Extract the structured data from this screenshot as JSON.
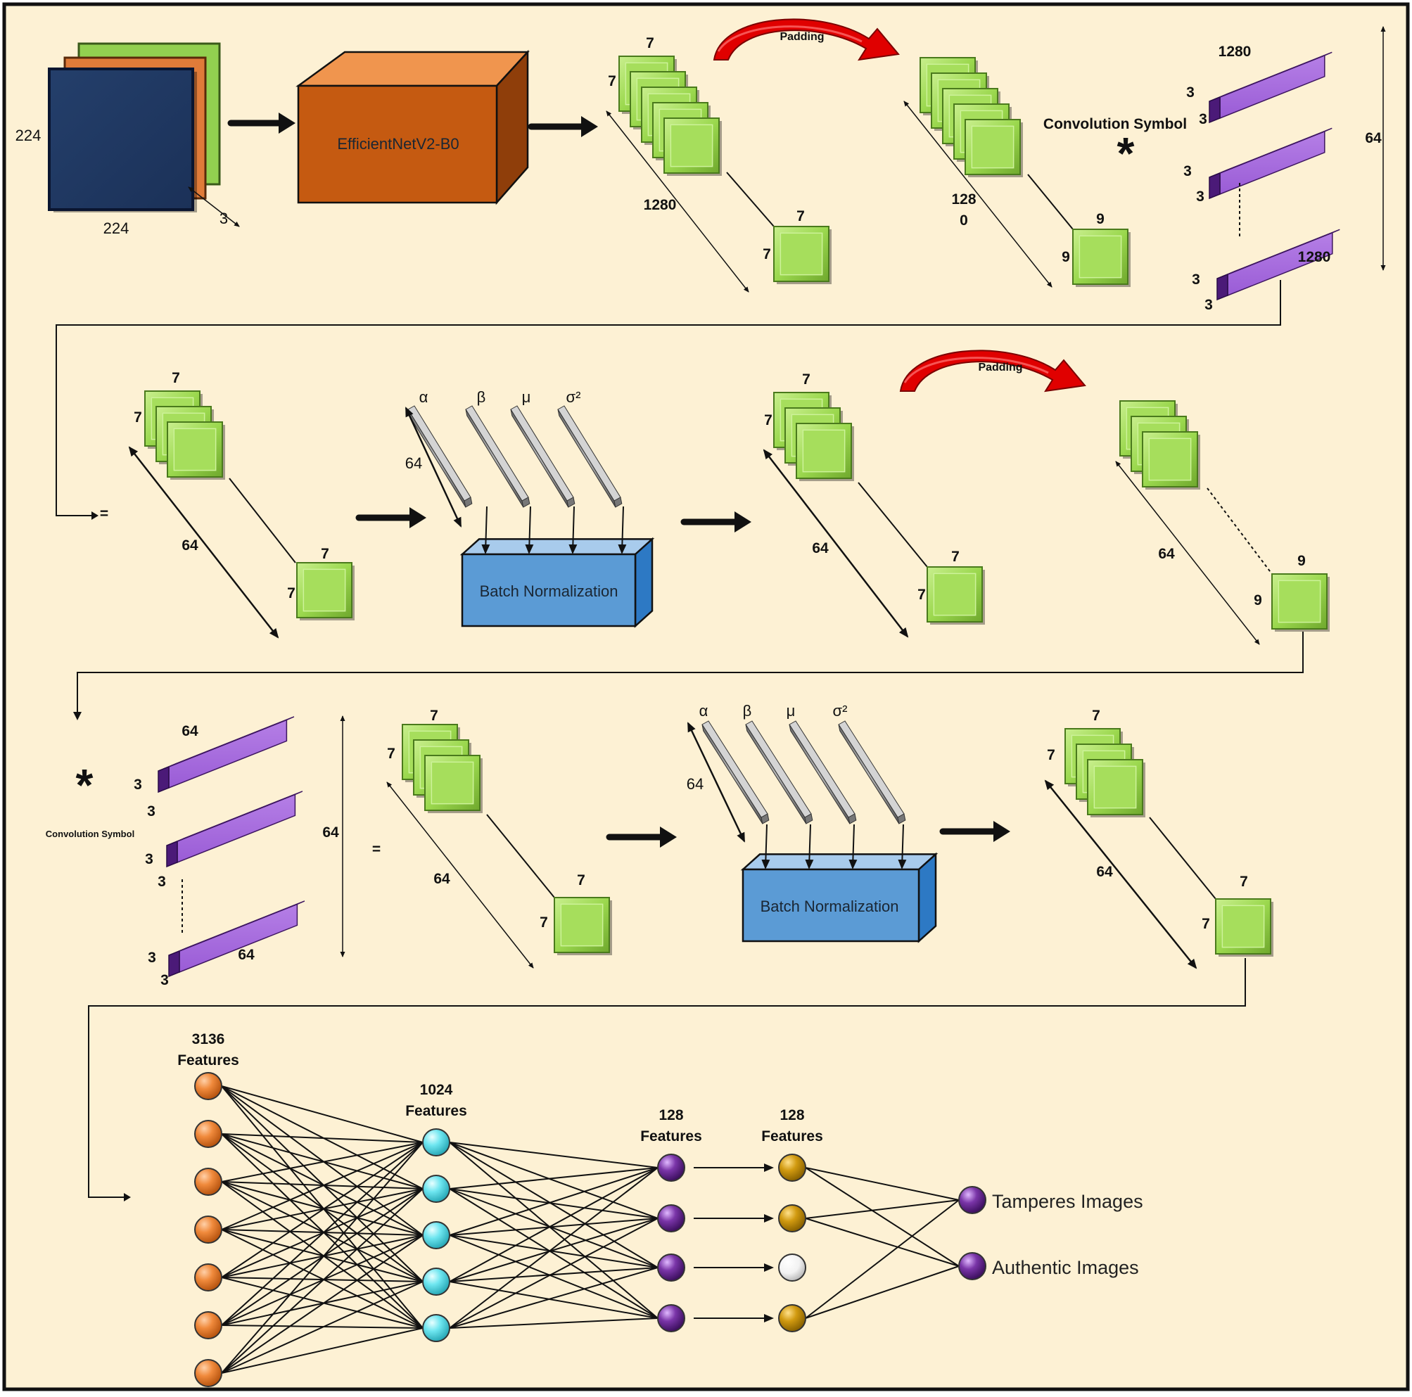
{
  "colors": {
    "background": "#fdf1d4",
    "feature_map": "#92d050",
    "kernel": "#7030a0",
    "backbone": "#c55a11",
    "batch_norm": "#5b9bd5",
    "padding_arrow": "#e00000",
    "input_layer": "#e07b39",
    "hidden_layer": "#5ee0ee",
    "dense_layer": "#6a2a8c",
    "dense_layer_2": "#c8960c",
    "output_layer": "#6a2a8c"
  },
  "row1": {
    "input_h": "224",
    "input_w": "224",
    "input_c": "3",
    "backbone_label": "EfficientNetV2-B0",
    "fmap_top": "7",
    "fmap_left": "7",
    "fmap_depth": "1280",
    "fmap_last_top": "7",
    "fmap_last_left": "7",
    "padding_label": "Padding",
    "pad_depth_a": "128",
    "pad_depth_b": "0",
    "pad_last_top": "9",
    "pad_last_left": "9",
    "conv_symbol_label": "Convolution Symbol",
    "conv_symbol": "*",
    "kernel1_len": "1280",
    "kernel1_h": "3",
    "kernel1_w": "3",
    "kernel2_h": "3",
    "kernel2_w": "3",
    "kernel3_h": "3",
    "kernel3_w": "3",
    "kernel3_len": "1280",
    "kernel_count": "64"
  },
  "row2": {
    "equals": "=",
    "fmapA_top": "7",
    "fmapA_left": "7",
    "fmapA_depth": "64",
    "fmapA_last_top": "7",
    "fmapA_last_left": "7",
    "bn_params": [
      "α",
      "β",
      "μ",
      "σ²"
    ],
    "bn_depth": "64",
    "bn_label": "Batch Normalization",
    "fmapB_top": "7",
    "fmapB_left": "7",
    "fmapB_depth": "64",
    "fmapB_last_top": "7",
    "fmapB_last_left": "7",
    "padding_label": "Padding",
    "padC_depth": "64",
    "padC_last_top": "9",
    "padC_last_left": "9"
  },
  "row3": {
    "conv_symbol": "*",
    "conv_symbol_label": "Convolution Symbol",
    "kernel1_len": "64",
    "kernel1_h": "3",
    "kernel1_w": "3",
    "kernel2_h": "3",
    "kernel2_w": "3",
    "kernel3_h": "3",
    "kernel3_w": "3",
    "kernel3_len": "64",
    "kernel_count": "64",
    "equals": "=",
    "fmapA_top": "7",
    "fmapA_left": "7",
    "fmapA_depth": "64",
    "fmapA_last_top": "7",
    "fmapA_last_left": "7",
    "bn_params": [
      "α",
      "β",
      "μ",
      "σ²"
    ],
    "bn_depth": "64",
    "bn_label": "Batch Normalization",
    "fmapB_top": "7",
    "fmapB_left": "7",
    "fmapB_depth": "64",
    "fmapB_last_top": "7",
    "fmapB_last_left": "7"
  },
  "network": {
    "layers": [
      {
        "count_label": "3136",
        "unit_label": "Features",
        "nodes": 7
      },
      {
        "count_label": "1024",
        "unit_label": "Features",
        "nodes": 5
      },
      {
        "count_label": "128",
        "unit_label": "Features",
        "nodes": 4
      },
      {
        "count_label": "128",
        "unit_label": "Features",
        "nodes": 4
      }
    ],
    "outputs": [
      "Tamperes Images",
      "Authentic Images"
    ]
  }
}
